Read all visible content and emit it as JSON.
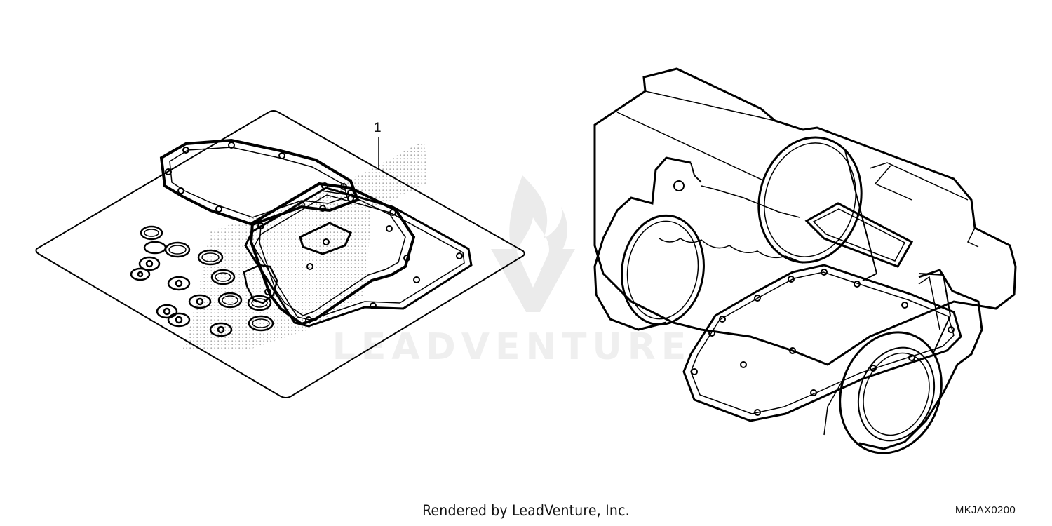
{
  "diagram": {
    "callout_number": "1",
    "watermark_brand": "LEADVENTURE",
    "credit_text": "Rendered by LeadVenture, Inc.",
    "drawing_code": "MKJAX0200"
  },
  "colors": {
    "line": "#000000",
    "background": "#ffffff",
    "watermark": "#e4e4e4",
    "stipple": "#bdbdbd"
  }
}
